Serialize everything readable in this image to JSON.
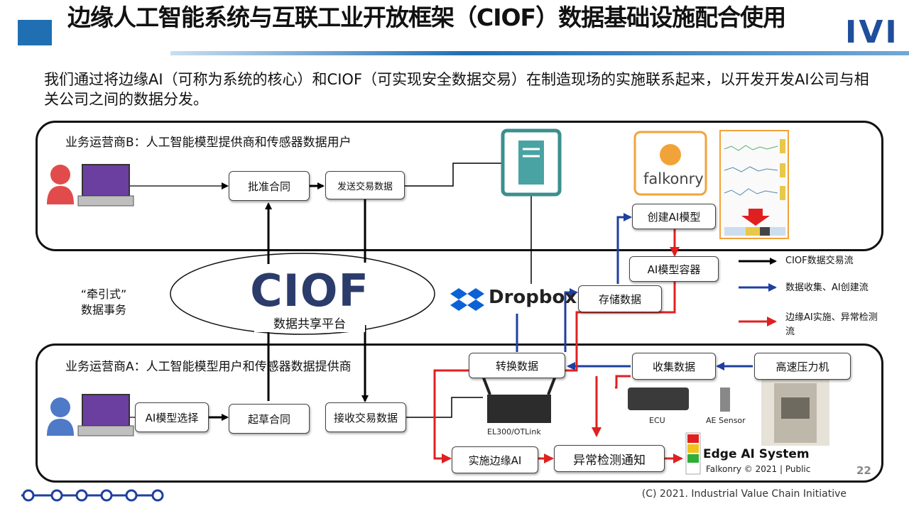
{
  "header": {
    "title": "边缘人工智能系统与互联工业开放框架（CIOF）数据基础设施配合使用",
    "logo_text": "IVI"
  },
  "intro": "我们通过将边缘AI（可称为系统的核心）和CIOF（可实现安全数据交易）在制造现场的实施联系起来，以开发开发AI公司与相关公司之间的数据分发。",
  "panels": {
    "operator_b": "业务运营商B：人工智能模型提供商和传感器数据用户",
    "operator_a": "业务运营商A：人工智能模型用户和传感器数据提供商"
  },
  "boxes": {
    "approve_contract": "批准合同",
    "send_transaction": "发送交易数据",
    "create_ai_model": "创建AI模型",
    "ai_model_container": "AI模型容器",
    "store_data": "存储数据",
    "convert_data": "转换数据",
    "collect_data": "收集数据",
    "press_machine": "高速压力机",
    "ai_model_select": "AI模型选择",
    "draft_contract": "起草合同",
    "receive_transaction": "接收交易数据",
    "implement_edge_ai": "实施边缘AI",
    "anomaly_notify": "异常检测通知"
  },
  "pull_label": "“牵引式”\n数据事务",
  "ciof": {
    "logo_text": "CIOF",
    "platform_label": "数据共享平台"
  },
  "brands": {
    "dropbox": "Dropbox",
    "falkonry": "falkonry",
    "edge_ai": "Edge AI System",
    "falkonry_credit": "Falkonry © 2021 | Public"
  },
  "device_labels": {
    "el300": "EL300/OTLink",
    "ecu": "ECU",
    "ae_sensor": "AE Sensor"
  },
  "legend": {
    "items": [
      {
        "label": "CIOF数据交易流",
        "color": "#000000"
      },
      {
        "label": "数据收集、AI创建流",
        "color": "#1f3f9f"
      },
      {
        "label": "边缘AI实施、异常检测流",
        "color": "#e02020"
      }
    ]
  },
  "footer": "(C) 2021. Industrial Value Chain Initiative",
  "page_number": "22",
  "icons": [
    "person-icon",
    "laptop-icon",
    "server-icon",
    "router-icon",
    "dropbox-icon",
    "falkonry-icon",
    "traffic-light-icon"
  ]
}
